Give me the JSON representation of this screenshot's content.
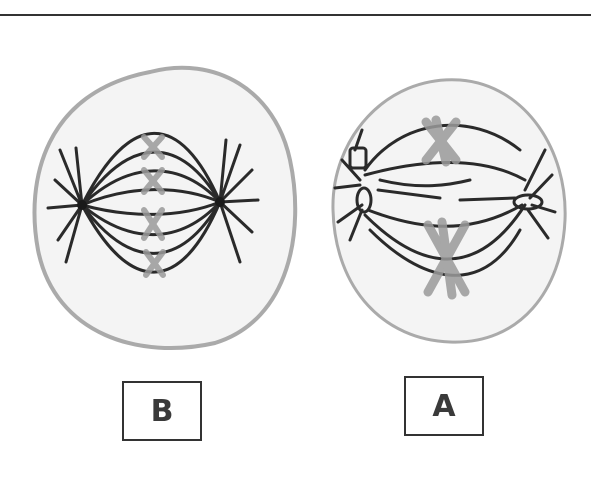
{
  "figure": {
    "cells": [
      {
        "label": "B",
        "chromosome_count": 4,
        "spindle_pole_count": 2
      },
      {
        "label": "A",
        "chromosome_count": 2,
        "spindle_pole_count": 2
      }
    ]
  },
  "colors": {
    "rule": "#333333",
    "cell_outline": "#aaaaaa",
    "cell_fill": "#f4f4f4",
    "spindle": "#2a2a2a",
    "chromosome": "#9a9a9a"
  }
}
